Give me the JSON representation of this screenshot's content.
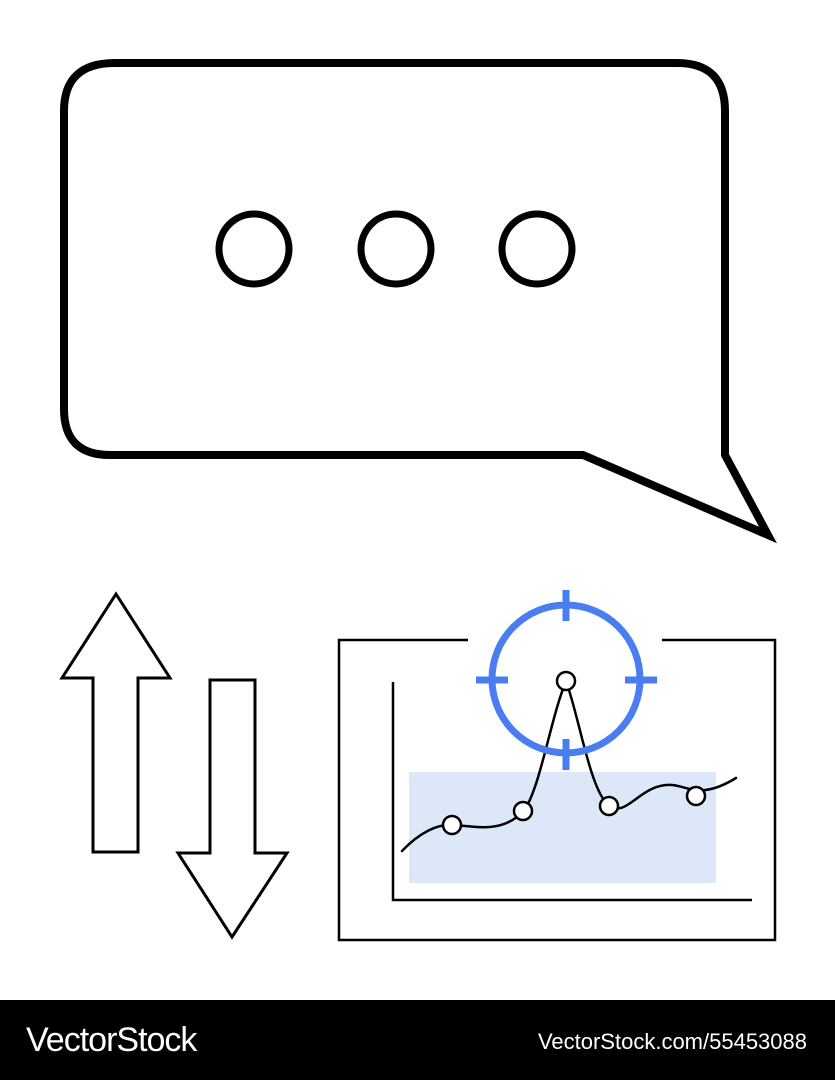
{
  "colors": {
    "background": "#ffffff",
    "stroke": "#000000",
    "accent": "#4a7ef0",
    "highlight": "#dce7f8",
    "footer_background": "#000000",
    "footer_text": "#ffffff"
  },
  "illustration": {
    "speech_bubble": {
      "icon": "speech-bubble-icon",
      "content": "typing-dots"
    },
    "transfer_arrows": {
      "icon": "up-down-arrows-icon"
    },
    "analytics_panel": {
      "icon": "line-chart-icon",
      "target": "crosshair-target-icon"
    }
  },
  "footer": {
    "brand": "VectorStock",
    "brand_mark": "®",
    "image_id": "VectorStock.com/55453088"
  }
}
